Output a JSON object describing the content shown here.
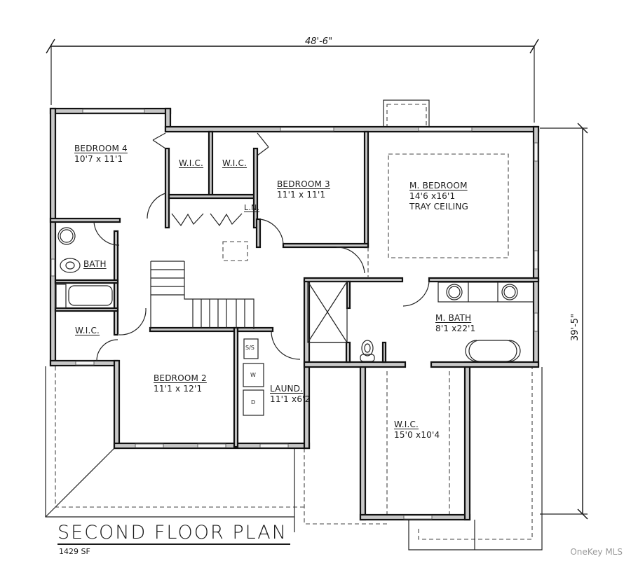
{
  "plan": {
    "title": "SECOND FLOOR PLAN",
    "area": "1429 SF",
    "overall_width": "48'-6\"",
    "overall_depth": "39'-5\""
  },
  "rooms": [
    {
      "id": "bedroom4",
      "name": "BEDROOM 4",
      "size": "10'7 x 11'1"
    },
    {
      "id": "wic1",
      "name": "W.I.C.",
      "size": ""
    },
    {
      "id": "wic2",
      "name": "W.I.C.",
      "size": ""
    },
    {
      "id": "bedroom3",
      "name": "BEDROOM 3",
      "size": "11'1 x 11'1"
    },
    {
      "id": "master_bedroom",
      "name": "M. BEDROOM",
      "size": "14'6 x16'1",
      "note": "TRAY CEILING"
    },
    {
      "id": "linen",
      "name": "L.N.",
      "size": ""
    },
    {
      "id": "bath",
      "name": "BATH",
      "size": ""
    },
    {
      "id": "wic3",
      "name": "W.I.C.",
      "size": ""
    },
    {
      "id": "bedroom2",
      "name": "BEDROOM 2",
      "size": "11'1 x 12'1"
    },
    {
      "id": "laundry",
      "name": "LAUND.",
      "size": "11'1 x6'2"
    },
    {
      "id": "master_bath",
      "name": "M. BATH",
      "size": "8'1 x22'1"
    },
    {
      "id": "master_wic",
      "name": "W.I.C.",
      "size": "15'0 x10'4"
    }
  ],
  "appliances": {
    "sink_label": "S/S",
    "washer_label": "W",
    "dryer_label": "D"
  },
  "watermark": "OneKey MLS"
}
